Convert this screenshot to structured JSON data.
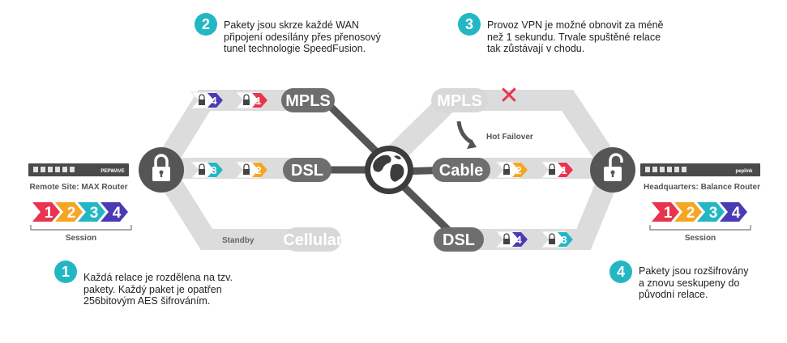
{
  "steps": [
    {
      "num": "1",
      "lines": [
        "Každá relace je rozdělena na tzv.",
        "pakety. Každý paket je opatřen",
        "256bitovým AES šifrováním."
      ]
    },
    {
      "num": "2",
      "lines": [
        "Pakety jsou skrze každé WAN",
        "připojení odesílány přes přenosový",
        "tunel technologie SpeedFusion."
      ]
    },
    {
      "num": "3",
      "lines": [
        "Provoz VPN je možné obnovit za méně",
        "než 1 sekundu. Trvale spuštěné relace",
        "tak zůstávají v chodu."
      ]
    },
    {
      "num": "4",
      "lines": [
        "Pakety jsou rozšifrovány",
        "a znovu seskupeny do",
        "původní relace."
      ]
    }
  ],
  "remote_site": {
    "label": "Remote Site: MAX Router",
    "brand": "PEPWAVE",
    "session_label": "Session",
    "session_items": [
      "1",
      "2",
      "3",
      "4"
    ]
  },
  "headquarters": {
    "label": "Headquarters: Balance Router",
    "brand": "peplink",
    "session_label": "Session",
    "session_items": [
      "1",
      "2",
      "3",
      "4"
    ]
  },
  "left_links": {
    "mpls": {
      "label": "MPLS",
      "packets": [
        "4",
        "1"
      ]
    },
    "dsl": {
      "label": "DSL",
      "packets": [
        "3",
        "2"
      ]
    },
    "cellular": {
      "label": "Cellular",
      "status": "Standby"
    }
  },
  "right_links": {
    "mpls": {
      "label": "MPLS",
      "failed_mark": "✕"
    },
    "failover_label": "Hot Failover",
    "cable": {
      "label": "Cable",
      "packets": [
        "2",
        "1"
      ]
    },
    "dsl": {
      "label": "DSL",
      "packets": [
        "4",
        "3"
      ]
    }
  },
  "colors": {
    "accent": "#23b7c3",
    "pill_dark": "#6e6e6e",
    "pill_light": "#d8d8d8",
    "track": "#dcdcdc",
    "packet_1": "#e8344e",
    "packet_2": "#f5a623",
    "packet_3": "#23b7c3",
    "packet_4": "#4a3bb5",
    "fail_red": "#e8344e"
  }
}
